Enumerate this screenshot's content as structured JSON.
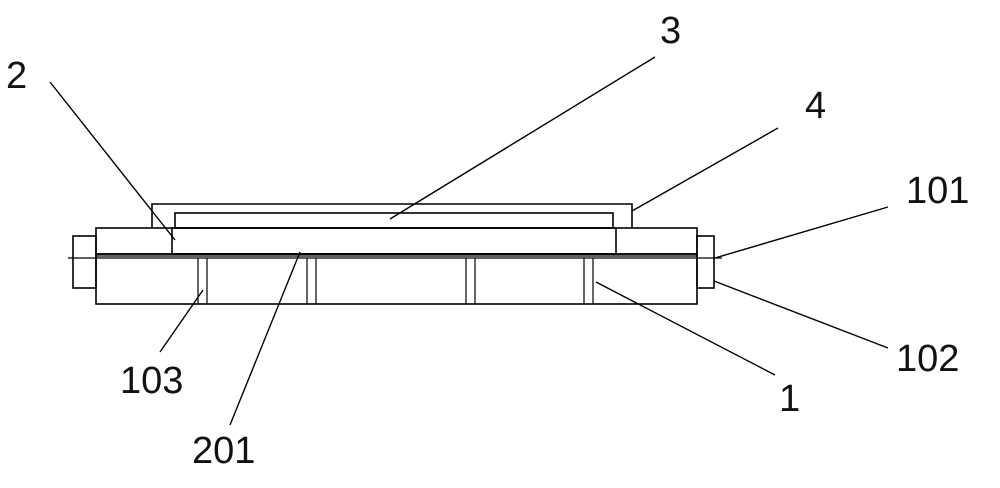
{
  "labels": {
    "l2": "2",
    "l3": "3",
    "l4": "4",
    "l101": "101",
    "l102": "102",
    "l103": "103",
    "l1": "1",
    "l201": "201"
  }
}
